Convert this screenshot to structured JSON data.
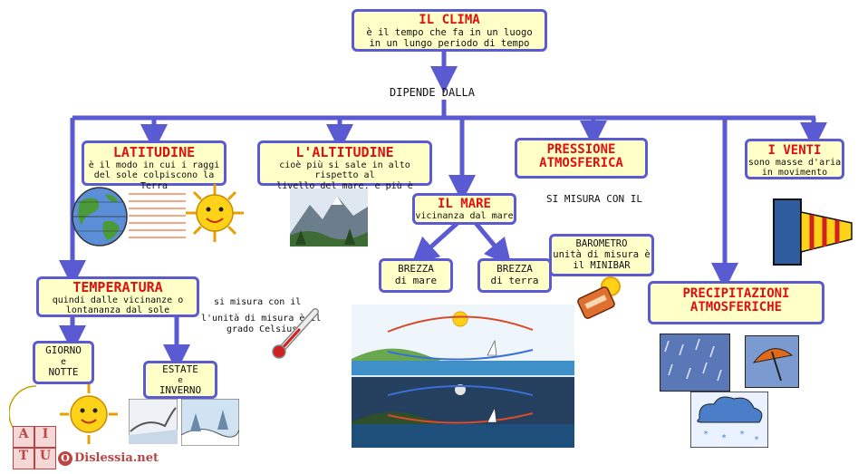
{
  "clima": {
    "title": "IL CLIMA",
    "desc1": "è il tempo che fa in un luogo",
    "desc2": "in un lungo periodo di tempo"
  },
  "dipende": "DIPENDE DALLA",
  "latitudine": {
    "title": "LATITUDINE",
    "desc1": "è il modo in cui i raggi",
    "desc2": "del sole colpiscono la Terra"
  },
  "altitudine": {
    "title": "L'ALTITUDINE",
    "desc1": "cioè più si sale in alto rispetto al",
    "desc2": "livello del mare, e più è freddo"
  },
  "mare": {
    "title": "IL MARE",
    "desc": "vicinanza dal mare"
  },
  "pressione": {
    "title1": "PRESSIONE",
    "title2": "ATMOSFERICA"
  },
  "si_misura": "SI MISURA CON IL",
  "barometro": {
    "l1": "BAROMETRO",
    "l2": "unità di misura è",
    "l3": "il MINIBAR"
  },
  "venti": {
    "title": "I VENTI",
    "desc1": "sono masse d'aria",
    "desc2": "in movimento"
  },
  "temperatura": {
    "title": "TEMPERATURA",
    "desc1": "quindi dalle vicinanze o",
    "desc2": "lontananza dal sole"
  },
  "misura_celsius": {
    "l1": "si misura con il",
    "l2": "l'unità di misura è il",
    "l3": "grado Celsius"
  },
  "giorno": {
    "l1": "GIORNO",
    "l2": "e",
    "l3": "NOTTE"
  },
  "estate": {
    "l1": "ESTATE",
    "l2": "e",
    "l3": "INVERNO"
  },
  "brezza_mare": {
    "l1": "BREZZA",
    "l2": "di mare"
  },
  "brezza_terra": {
    "l1": "BREZZA",
    "l2": "di terra"
  },
  "precipitazioni": {
    "title1": "PRECIPITAZIONI",
    "title2": "ATMOSFERICHE"
  },
  "logo": {
    "letters": [
      "A",
      "I",
      "T",
      "U",
      "O"
    ],
    "site": "Dislessia.net"
  },
  "colors": {
    "arrow": "#5a5ad2",
    "box_fill": "#ffffc8",
    "title_red": "#e01010"
  }
}
